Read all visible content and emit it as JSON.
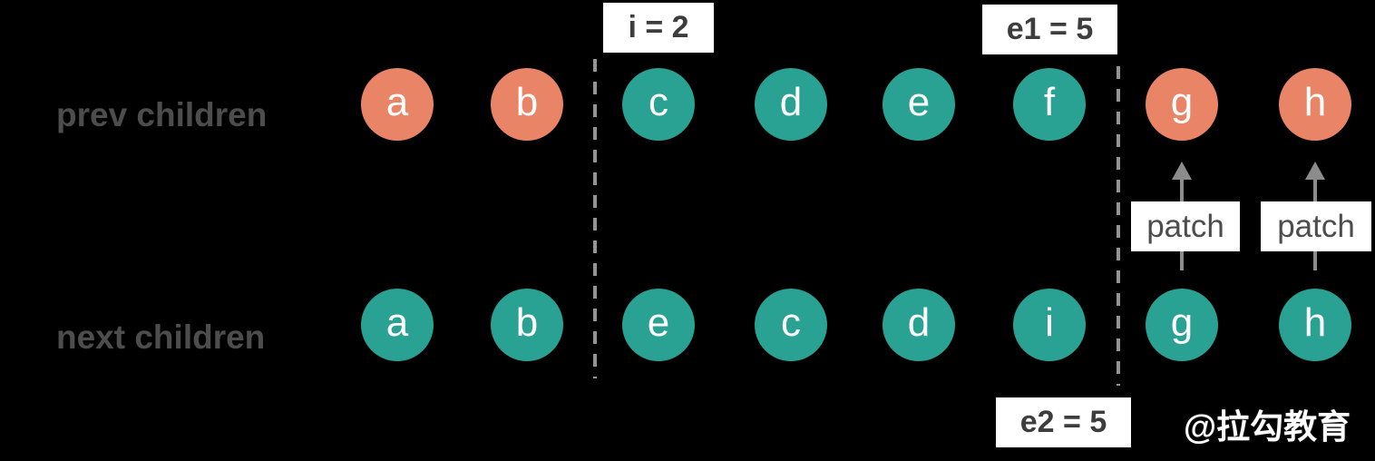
{
  "diagram": {
    "title_semantic": "virtual dom children diff diagram",
    "rows": [
      {
        "label": "prev children",
        "nodes": [
          {
            "letter": "a",
            "color": "salmon"
          },
          {
            "letter": "b",
            "color": "salmon"
          },
          {
            "letter": "c",
            "color": "teal"
          },
          {
            "letter": "d",
            "color": "teal"
          },
          {
            "letter": "e",
            "color": "teal"
          },
          {
            "letter": "f",
            "color": "teal"
          },
          {
            "letter": "g",
            "color": "salmon"
          },
          {
            "letter": "h",
            "color": "salmon"
          }
        ]
      },
      {
        "label": "next children",
        "nodes": [
          {
            "letter": "a",
            "color": "teal"
          },
          {
            "letter": "b",
            "color": "teal"
          },
          {
            "letter": "e",
            "color": "teal"
          },
          {
            "letter": "c",
            "color": "teal"
          },
          {
            "letter": "d",
            "color": "teal"
          },
          {
            "letter": "i",
            "color": "teal"
          },
          {
            "letter": "g",
            "color": "teal"
          },
          {
            "letter": "h",
            "color": "teal"
          }
        ]
      }
    ],
    "markers": {
      "i_label": "i = 2",
      "e1_label": "e1 = 5",
      "e2_label": "e2 = 5"
    },
    "patch_labels": [
      "patch",
      "patch"
    ],
    "watermark": "@拉勾教育",
    "colors": {
      "salmon": "#E98466",
      "teal": "#29A294",
      "box_bg": "#ffffff",
      "line_gray": "#8c8c8c",
      "row_label_text": "#4d4d4d",
      "marker_text": "#3d3d3d",
      "background": "#000000"
    }
  }
}
